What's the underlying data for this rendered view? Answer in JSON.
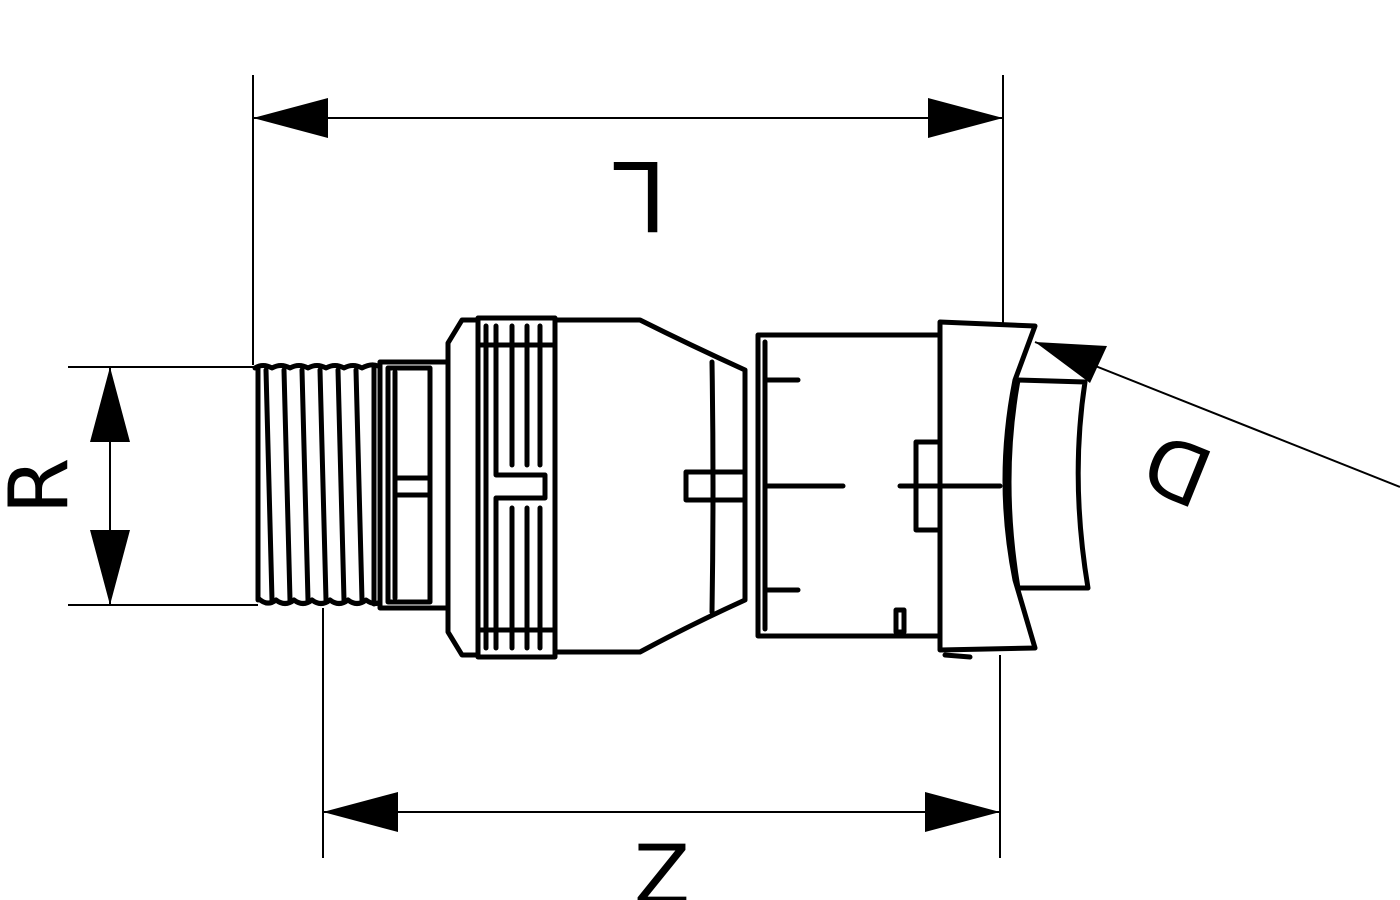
{
  "labels": {
    "length": "L",
    "thread": "R",
    "pipe": "D",
    "offset": "Z"
  },
  "colors": {
    "line": "#000000",
    "background": "#ffffff"
  }
}
